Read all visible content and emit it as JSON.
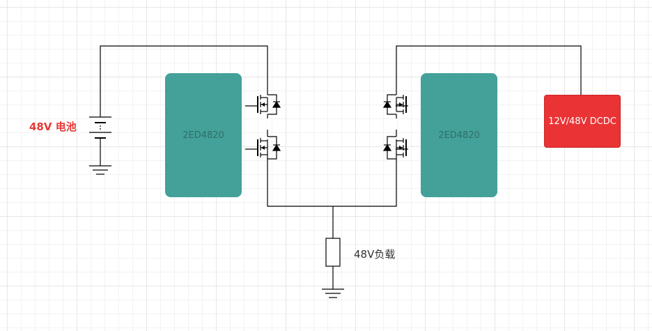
{
  "diagram": {
    "battery_label": "48V 电池",
    "left_driver_label": "2ED4820",
    "right_driver_label": "2ED4820",
    "dcdc_label": "12V/48V DCDC",
    "load_label": "48V负载"
  },
  "colors": {
    "driver": "#43a199",
    "dcdc": "#ea3335",
    "battery_label": "#e53935",
    "wire": "#000000"
  },
  "icons": [
    "battery-icon",
    "ground-icon",
    "mosfet-icon",
    "diode-icon",
    "resistor-icon"
  ]
}
